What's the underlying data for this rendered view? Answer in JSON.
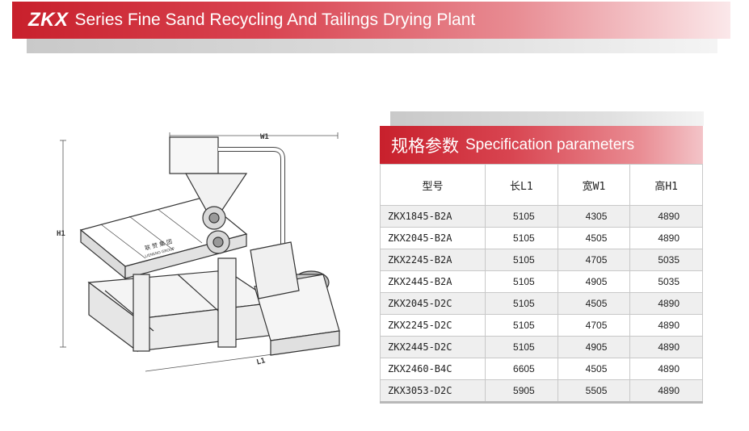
{
  "header": {
    "brand": "ZKX",
    "title": "Series Fine Sand Recycling And Tailings Drying Plant"
  },
  "drawing": {
    "dim_w1": "W1",
    "dim_h1": "H1",
    "dim_l1": "L1",
    "logo_cn": "联 赞 集 团",
    "logo_en": "LIENENG GROUP"
  },
  "spec": {
    "title_cn": "规格参数",
    "title_en": "Specification parameters",
    "columns": [
      "型号",
      "长L1",
      "宽W1",
      "高H1"
    ],
    "rows": [
      [
        "ZKX1845-B2A",
        "5105",
        "4305",
        "4890"
      ],
      [
        "ZKX2045-B2A",
        "5105",
        "4505",
        "4890"
      ],
      [
        "ZKX2245-B2A",
        "5105",
        "4705",
        "5035"
      ],
      [
        "ZKX2445-B2A",
        "5105",
        "4905",
        "5035"
      ],
      [
        "ZKX2045-D2C",
        "5105",
        "4505",
        "4890"
      ],
      [
        "ZKX2245-D2C",
        "5105",
        "4705",
        "4890"
      ],
      [
        "ZKX2445-D2C",
        "5105",
        "4905",
        "4890"
      ],
      [
        "ZKX2460-B4C",
        "6605",
        "4505",
        "4890"
      ],
      [
        "ZKX3053-D2C",
        "5905",
        "5505",
        "4890"
      ]
    ]
  }
}
